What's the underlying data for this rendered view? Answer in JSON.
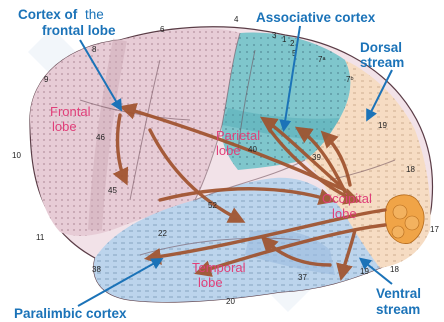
{
  "callouts": {
    "frontal_cortex_bold": "Cortex of",
    "frontal_cortex_light": "the",
    "frontal_cortex_line2": "frontal lobe",
    "associative": "Associative cortex",
    "dorsal_line1": "Dorsal",
    "dorsal_line2": "stream",
    "ventral_line1": "Ventral",
    "ventral_line2": "stream",
    "paralimbic": "Paralimbic cortex"
  },
  "lobes": {
    "frontal_line1": "Frontal",
    "frontal_line2": "lobe",
    "parietal_line1": "Parietal",
    "parietal_line2": "lobe",
    "occipital_line1": "Occipital",
    "occipital_line2": "lobe",
    "temporal_line1": "Temporal",
    "temporal_line2": "lobe"
  },
  "areas": {
    "a1": "1",
    "a2": "2",
    "a3": "3",
    "a4": "4",
    "a5": "5",
    "a6": "6",
    "a7a": "7ᵃ",
    "a7b": "7ᵇ",
    "a8": "8",
    "a9": "9",
    "a10": "10",
    "a11": "11",
    "a17": "17",
    "a18": "18",
    "a18b": "18",
    "a19": "19",
    "a19b": "19",
    "a20": "20",
    "a22": "22",
    "a37": "37",
    "a38": "38",
    "a40": "40",
    "a45": "45",
    "a46": "46",
    "a39": "39",
    "a52": "52"
  },
  "colors": {
    "callout_blue": "#1b73b8",
    "lobe_label_pink": "#e0407a",
    "arrow_brown": "#a0522d",
    "frontal_fill": "#e7ccd6",
    "parietal_fill": "#7fc6cc",
    "temporal_fill": "#bcd4ec",
    "occipital_fill": "#f6dcc3",
    "v1_fill": "#f0a447"
  }
}
